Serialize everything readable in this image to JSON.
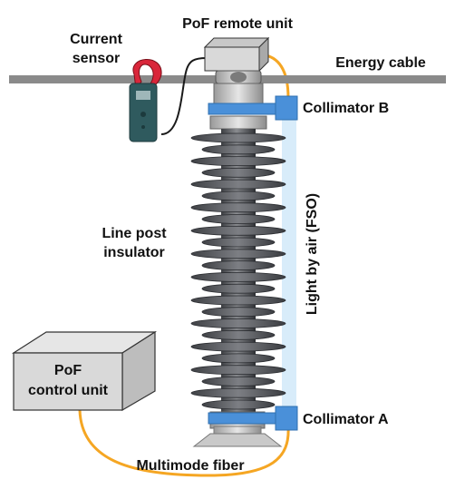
{
  "labels": {
    "pof_remote_unit": "PoF remote unit",
    "current_sensor_line1": "Current",
    "current_sensor_line2": "sensor",
    "energy_cable": "Energy cable",
    "collimator_b": "Collimator B",
    "collimator_a": "Collimator A",
    "light_by_air": "Light by air (FSO)",
    "line_post_line1": "Line post",
    "line_post_line2": "insulator",
    "pof_control_line1": "PoF",
    "pof_control_line2": "control unit",
    "multimode_fiber": "Multimode fiber"
  },
  "colors": {
    "energy_cable": "#8a8a8a",
    "fiber": "#f5a623",
    "collimator": "#4a90d9",
    "fso_beam": "#d8ecfa",
    "insulator_shed": "#5b5d62",
    "box_fill": "#d9d9d9",
    "sensor_body": "#2f5a5e",
    "sensor_clamp": "#d9263a"
  },
  "insulator": {
    "shed_count": 24
  },
  "icons": [
    "current-sensor-clamp-icon",
    "pof-remote-unit-box-icon",
    "pof-control-unit-box-icon",
    "line-post-insulator-icon"
  ]
}
